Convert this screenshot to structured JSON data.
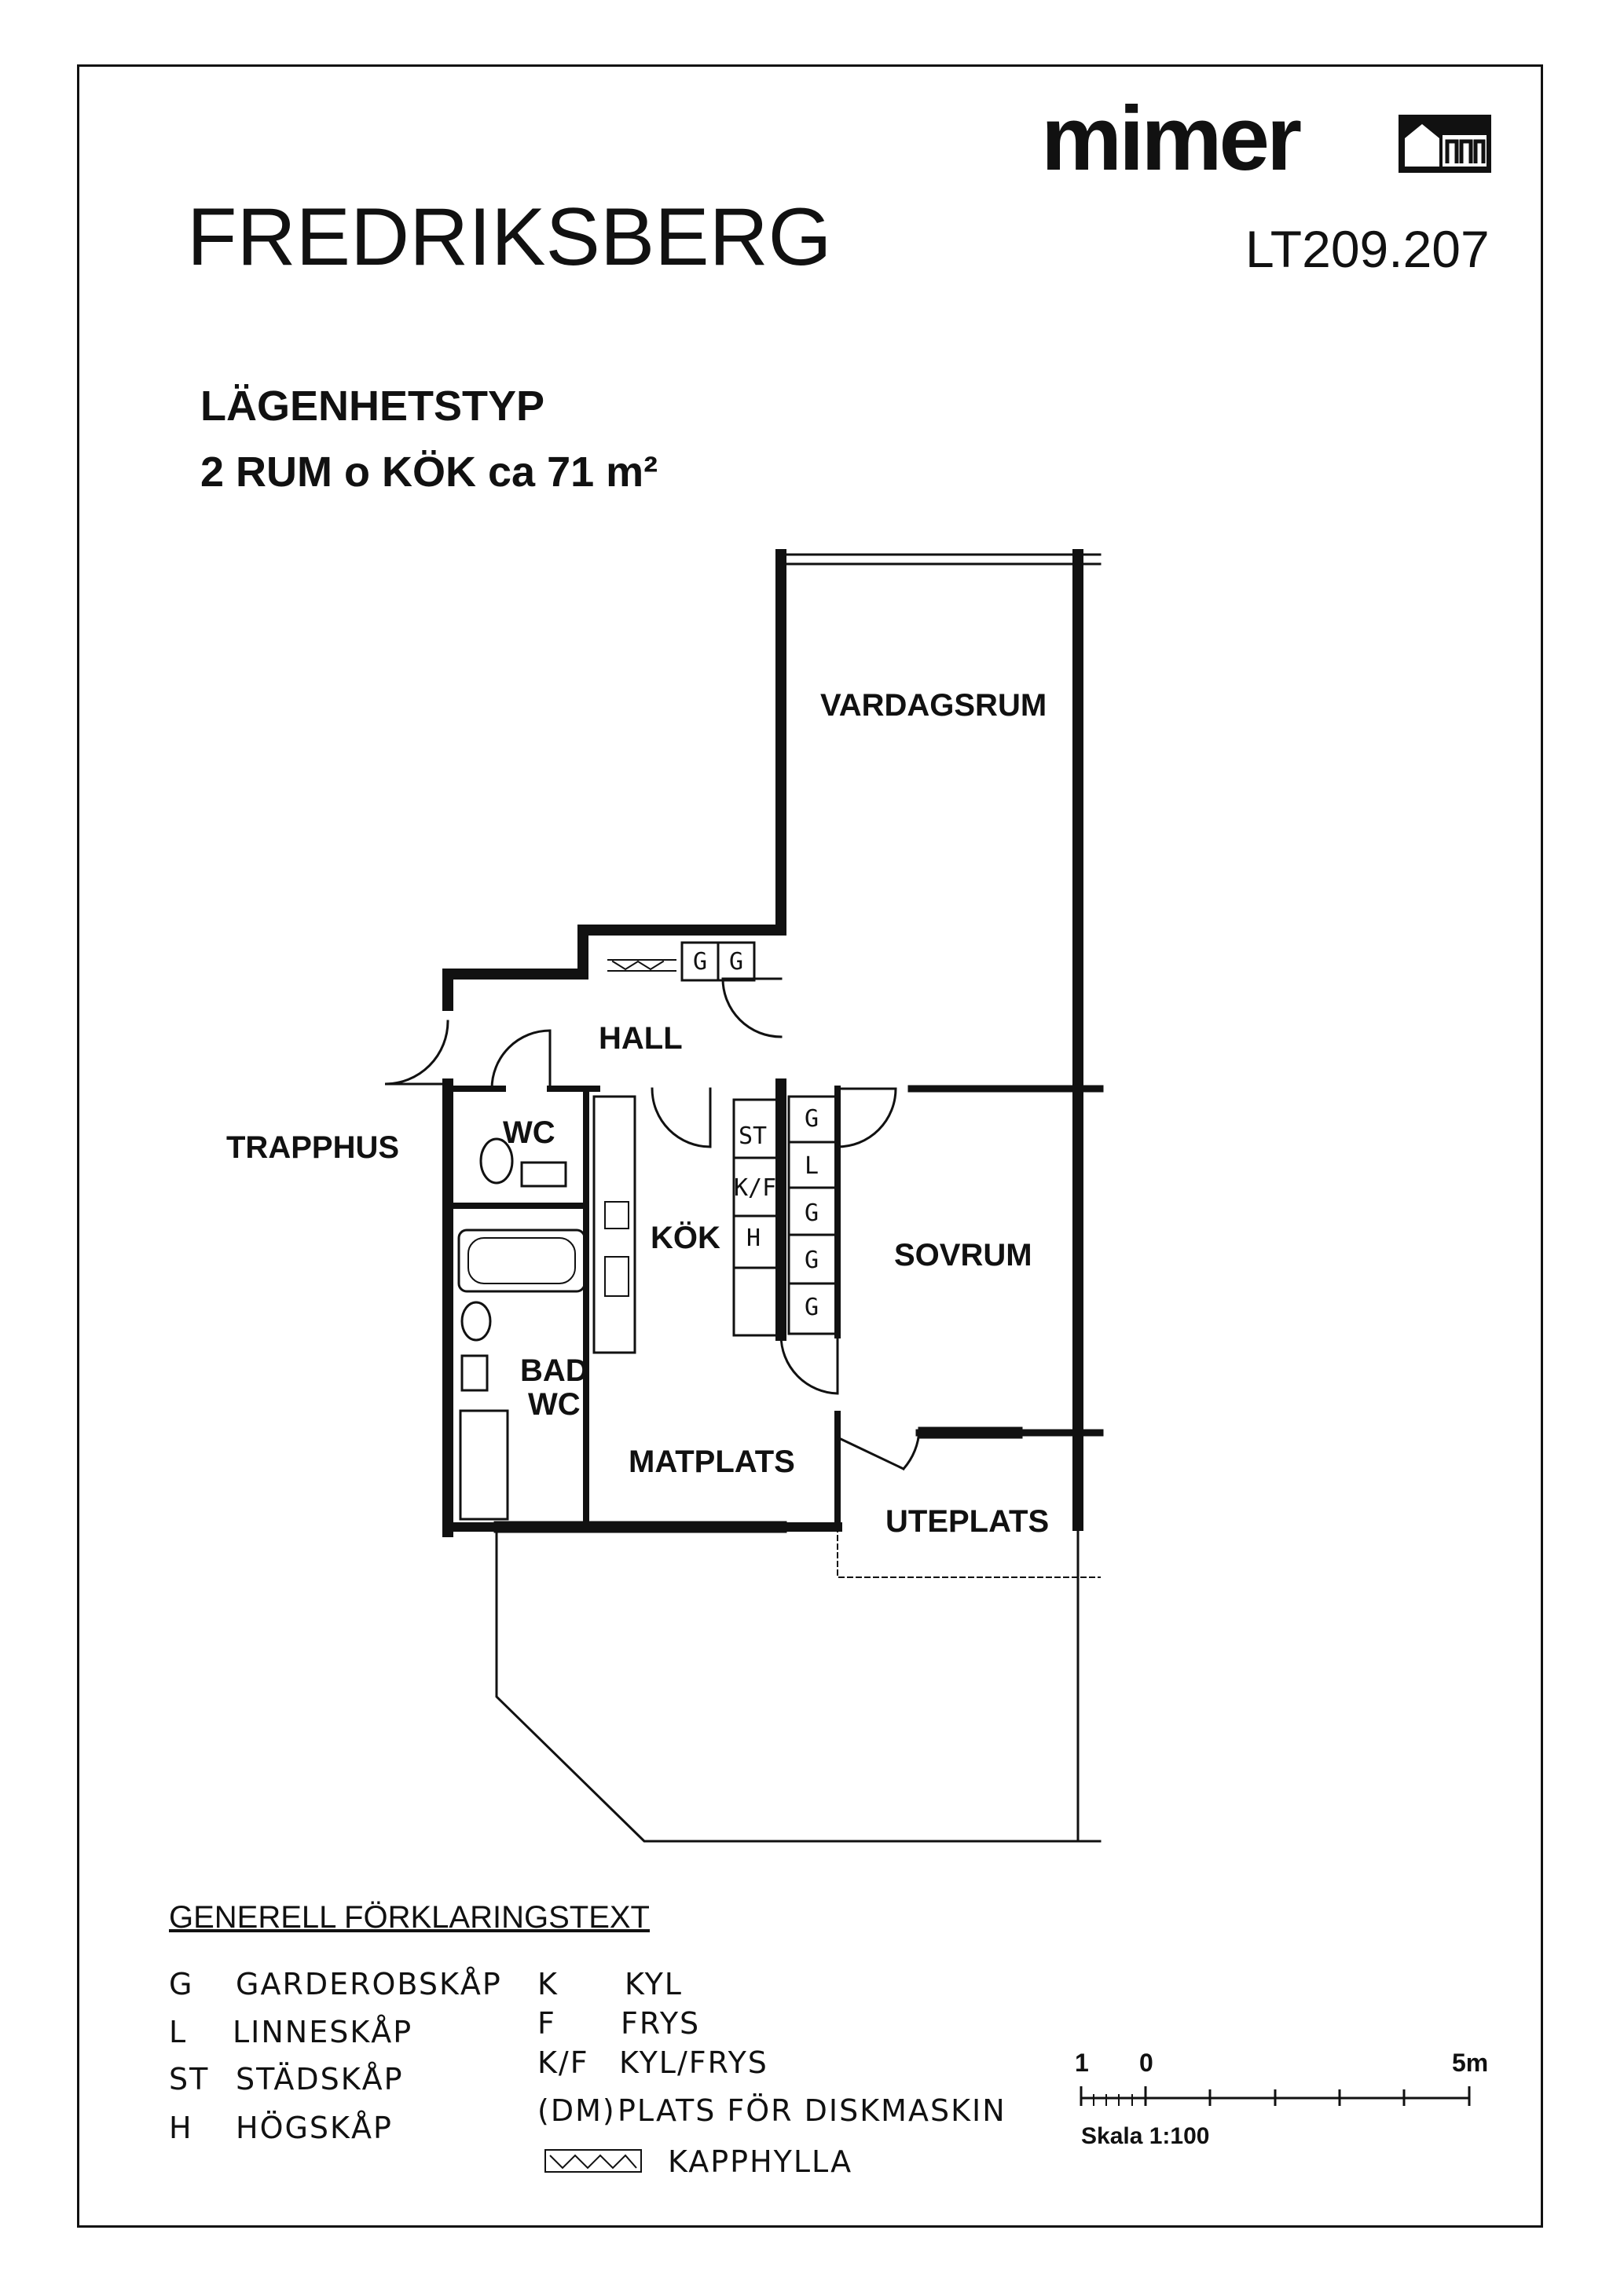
{
  "header": {
    "logo_text": "mimer",
    "title": "FREDRIKSBERG",
    "code": "LT209.207",
    "subtitle_line1": "LÄGENHETSTYP",
    "subtitle_line2": "2 RUM o KÖK ca 71 m²"
  },
  "rooms": {
    "vardagsrum": "VARDAGSRUM",
    "hall": "HALL",
    "trapphus": "TRAPPHUS",
    "wc": "WC",
    "kok": "KÖK",
    "sovrum": "SOVRUM",
    "bad_line1": "BAD",
    "bad_line2": "WC",
    "matplats": "MATPLATS",
    "uteplats": "UTEPLATS"
  },
  "cabinets": {
    "hall_g1": "G",
    "hall_g2": "G",
    "kitchen_st": "ST",
    "kitchen_kf": "K/F",
    "kitchen_h": "H",
    "bed_g1": "G",
    "bed_l": "L",
    "bed_g2": "G",
    "bed_g3": "G",
    "bed_g4": "G"
  },
  "legend": {
    "heading": "GENERELL FÖRKLARINGSTEXT",
    "left": [
      {
        "code": "G",
        "text": "GARDEROBSKÅP"
      },
      {
        "code": "L",
        "text": "LINNESKÅP"
      },
      {
        "code": "ST",
        "text": "STÄDSKÅP"
      },
      {
        "code": "H",
        "text": "HÖGSKÅP"
      }
    ],
    "right": [
      {
        "code": "K",
        "text": "KYL"
      },
      {
        "code": "F",
        "text": "FRYS"
      },
      {
        "code": "K/F",
        "text": "KYL/FRYS"
      },
      {
        "code": "(DM)",
        "text": "PLATS FÖR DISKMASKIN"
      }
    ],
    "kapphylla": "KAPPHYLLA"
  },
  "scale": {
    "label_1": "1",
    "label_0": "0",
    "label_5m": "5m",
    "caption": "Skala 1:100"
  }
}
